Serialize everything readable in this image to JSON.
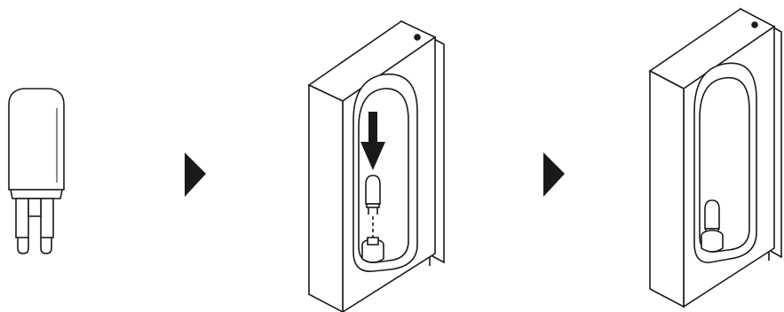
{
  "diagram": {
    "kind": "installation-instructions",
    "steps": [
      {
        "id": "step-1",
        "subject": "g9-bulb"
      },
      {
        "id": "step-2",
        "subject": "insert-bulb-into-socket"
      },
      {
        "id": "step-3",
        "subject": "bulb-installed"
      }
    ],
    "arrows": [
      {
        "id": "arrow-1",
        "icon": "triangle-right-icon"
      },
      {
        "id": "arrow-2",
        "icon": "triangle-right-icon"
      }
    ],
    "colors": {
      "line": "#1a1a1a",
      "fill": "#ffffff",
      "arrow": "#1a1a1a"
    }
  }
}
